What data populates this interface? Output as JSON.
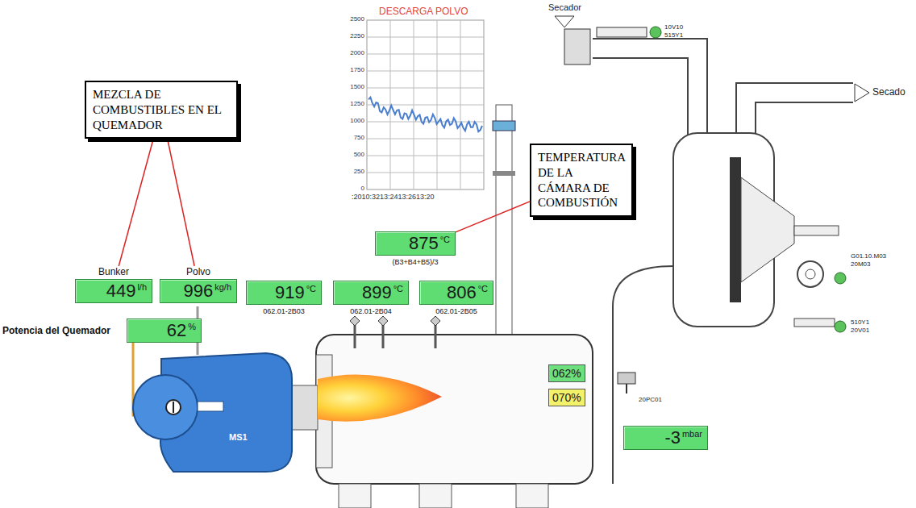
{
  "diagram": {
    "nodes": [
      {
        "text": [
          "MEZCLA DE COMBUSTIBLES EN EL QUEMADOR"
        ]
      },
      {
        "text": [
          "TEMPERATURA DE LA CÁMARA DE COMBUSTIÓN"
        ]
      },
      {
        "text": [
          "875",
          "°C",
          "(B3+B4+B5)/3"
        ]
      },
      {
        "text": [
          "Bunker",
          "449",
          "l/h"
        ]
      },
      {
        "text": [
          "Polvo",
          "996",
          "kg/h"
        ]
      },
      {
        "text": [
          "919",
          "°C",
          "062.01-2B03"
        ]
      },
      {
        "text": [
          "899",
          "°C",
          "062.01-2B04"
        ]
      },
      {
        "text": [
          "806",
          "°C",
          "062.01-2B05"
        ]
      },
      {
        "text": [
          "Potencia del Quemador",
          "62",
          "%"
        ]
      },
      {
        "text": [
          "062%"
        ]
      },
      {
        "text": [
          "070%"
        ]
      },
      {
        "text": [
          "-3",
          "mbar"
        ]
      }
    ],
    "edges": [
      {
        "from": 0,
        "to": 3,
        "arrow": "none"
      },
      {
        "from": 0,
        "to": 4,
        "arrow": "none"
      },
      {
        "from": 1,
        "to": 2,
        "arrow": "none"
      }
    ],
    "labels": [
      "DESCARGA POLVO",
      "2500",
      "2250",
      "2000",
      "1750",
      "1500",
      "1250",
      "1000",
      "750",
      "500",
      "250",
      "0",
      ":2010:3213:2413:2613:20",
      "Secador",
      "Secado",
      "10V10",
      "515Y1",
      "20PC01",
      "G01.10.M03",
      "20M03",
      "510Y1",
      "20V01",
      "MS1"
    ]
  }
}
